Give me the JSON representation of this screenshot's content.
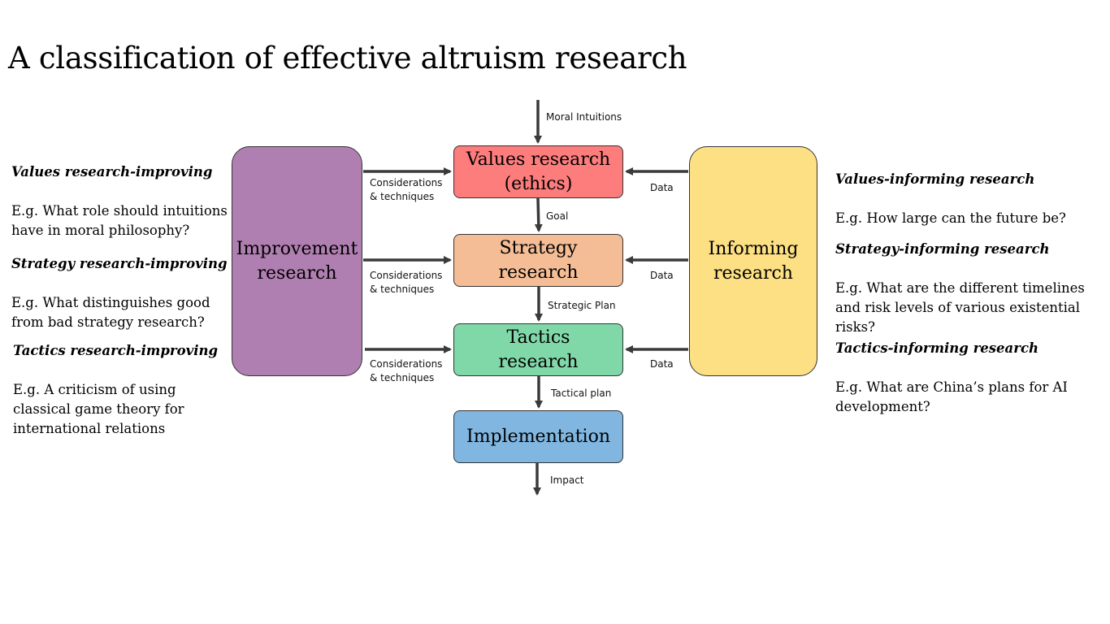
{
  "title": "A classification of effective altruism research",
  "boxes": {
    "improvement": "Improvement\nresearch",
    "informing": "Informing\nresearch",
    "values": "Values research\n(ethics)",
    "strategy": "Strategy\nresearch",
    "tactics": "Tactics\nresearch",
    "implementation": "Implementation"
  },
  "flow_labels": {
    "moral_intuitions": "Moral Intuitions",
    "goal": "Goal",
    "strategic_plan": "Strategic Plan",
    "tactical_plan": "Tactical plan",
    "impact": "Impact"
  },
  "considerations": [
    "Considerations\n& techniques",
    "Considerations\n& techniques",
    "Considerations\n& techniques"
  ],
  "data_labels": [
    "Data",
    "Data",
    "Data"
  ],
  "left_notes": [
    {
      "heading": "Values research-improving",
      "body": "E.g. What role should intuitions\nhave in moral philosophy?"
    },
    {
      "heading": "Strategy research-improving",
      "body": "E.g. What distinguishes good\nfrom bad strategy research?"
    },
    {
      "heading": "Tactics research-improving",
      "body": "E.g. A criticism of using\nclassical game theory for\ninternational relations"
    }
  ],
  "right_notes": [
    {
      "heading": "Values-informing research",
      "body": "E.g. How large can the future be?"
    },
    {
      "heading": "Strategy-informing research",
      "body": "E.g. What are the different timelines\nand risk levels of various existential\nrisks?"
    },
    {
      "heading": "Tactics-informing research",
      "body": "E.g. What are China’s plans for AI\ndevelopment?"
    }
  ],
  "colors": {
    "improvement": "#b07fb1",
    "informing": "#fde084",
    "values": "#fd7c7c",
    "strategy": "#f5bd96",
    "tactics": "#80d8a8",
    "implementation": "#80b6e0",
    "arrow": "#3a3a3a"
  }
}
